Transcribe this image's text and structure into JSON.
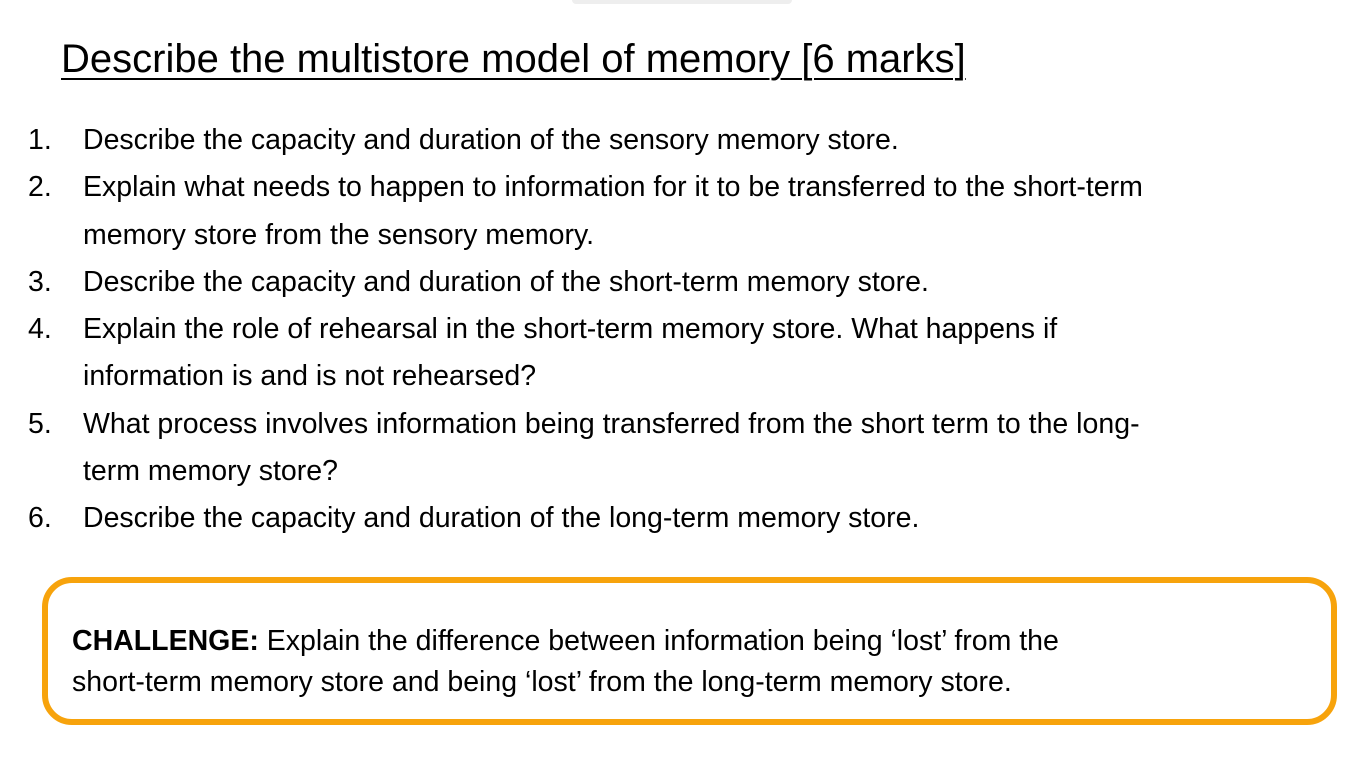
{
  "title": "Describe the multistore model of memory [6 marks]",
  "questions": [
    {
      "number": "1.",
      "text": "Describe the capacity and duration of the sensory memory store."
    },
    {
      "number": "2.",
      "text": "Explain what needs to happen to information for it to be transferred to the short-term\nmemory store from the sensory memory."
    },
    {
      "number": "3.",
      "text": "Describe the capacity and duration of the short-term memory store."
    },
    {
      "number": "4.",
      "text": "Explain the role of rehearsal in the short-term memory store. What happens if\ninformation is and is not rehearsed?"
    },
    {
      "number": "5.",
      "text": "What process involves information being transferred from the short term to the long-\nterm memory store?"
    },
    {
      "number": "6.",
      "text": "Describe the capacity and duration of the long-term memory store."
    }
  ],
  "challenge": {
    "label": "CHALLENGE:",
    "text": " Explain the difference between information being ‘lost’ from the\nshort-term memory store and being ‘lost’ from the long-term memory store."
  },
  "colors": {
    "challenge_border": "#f7a30c",
    "text": "#000000",
    "background": "#ffffff"
  }
}
